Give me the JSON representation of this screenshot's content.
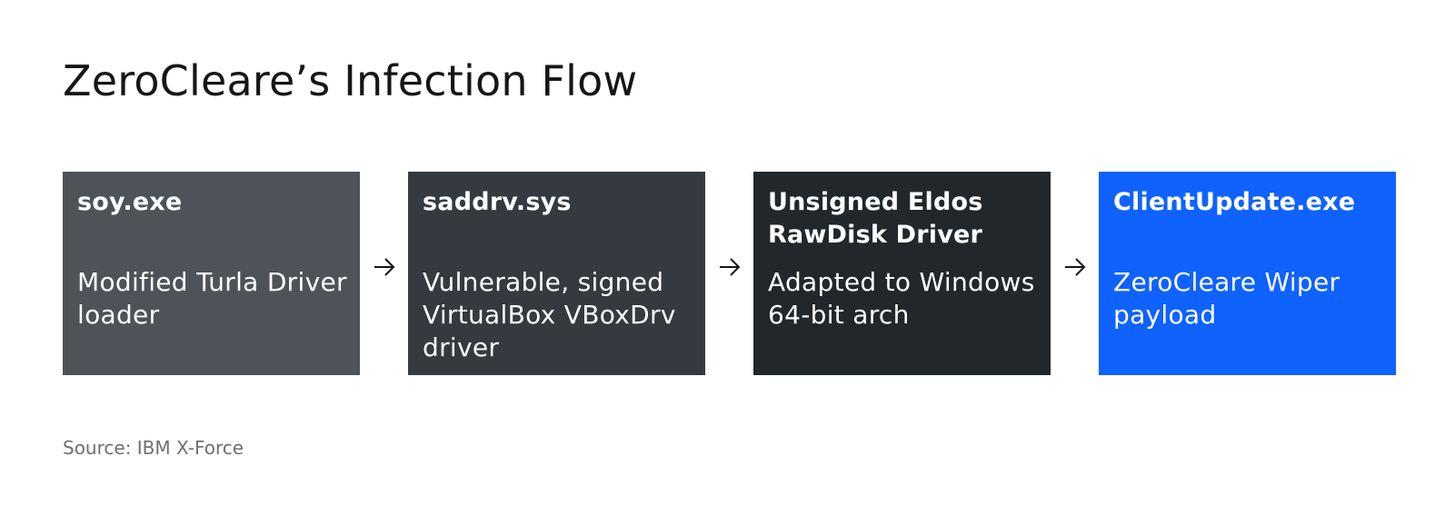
{
  "title": "ZeroCleare’s Infection Flow",
  "steps": [
    {
      "name": "soy.exe",
      "description": "Modified Turla Driver loader",
      "color": "#4d5358"
    },
    {
      "name": "saddrv.sys",
      "description": "Vulnerable, signed VirtualBox VBoxDrv driver",
      "color": "#343a3f"
    },
    {
      "name": "Unsigned Eldos RawDisk Driver",
      "description": "Adapted to Windows 64-bit arch",
      "color": "#21272a"
    },
    {
      "name": "ClientUpdate.exe",
      "description": "ZeroCleare Wiper payload",
      "color": "#0f62fe"
    }
  ],
  "arrow_icon": "arrow-right-icon",
  "source": "Source: IBM X-Force"
}
